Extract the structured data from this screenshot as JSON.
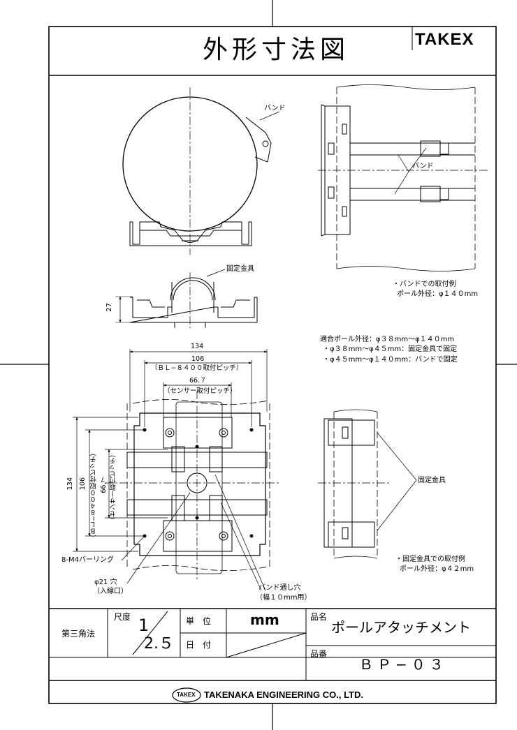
{
  "header": {
    "title": "外形寸法図",
    "brand": "TAKEX"
  },
  "views": {
    "top_band_label": "バンド",
    "side_band_label": "バンド",
    "clamp_label_top": "固定金具",
    "clamp_label_side": "固定金具",
    "dim_27": "27",
    "band_mount_note": [
      "・バンドでの取付例",
      "ポール外径：φ１４０mm"
    ],
    "compat_note": [
      "適合ポール外径：φ３８mm〜φ１４０mm",
      "・φ３８mm〜φ４５mm：固定金具で固定",
      "・φ４５mm〜φ１４０mm：バンドで固定"
    ],
    "clamp_mount_note": [
      "・固定金具での取付例",
      "ポール外径：φ４２mm"
    ]
  },
  "front_view": {
    "dim_134_h": "134",
    "dim_106_h": "106",
    "dim_106_h_sub": "（ＢＬ−８４００取付ピッチ）",
    "dim_667_h": "66.７",
    "dim_667_h_sub": "（センサー取付ピッチ）",
    "dim_134_v": "134",
    "dim_106_v": "106",
    "dim_106_v_sub": "（ＢＬ−８４００取付ピッチ）",
    "dim_667_v": "66.７",
    "dim_667_v_sub": "（センサー取付ピッチ）",
    "burring": "8-M4バーリング",
    "hole_a": "φ21 穴",
    "hole_a_sub": "（入線口）",
    "band_hole": "バンド通し穴",
    "band_hole_sub": "（幅１０mm用）"
  },
  "title_block": {
    "projection": "第三角法",
    "scale_label": "尺度",
    "scale_num": "1",
    "scale_den": "2.５",
    "unit_label": "単　位",
    "unit_value": "mm",
    "date_label": "日　付",
    "name_label": "品名",
    "name_value": "ポールアタッチメント",
    "part_label": "品番",
    "part_value": "ＢＰ−０３",
    "company_logo": "TAKEX",
    "company": "TAKENAKA ENGINEERING CO., LTD."
  }
}
